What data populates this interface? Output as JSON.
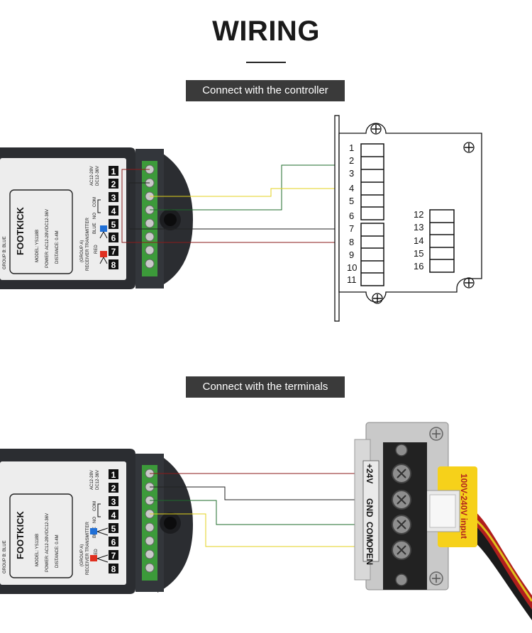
{
  "title": "WIRING",
  "section1": {
    "banner": "Connect with the controller"
  },
  "section2": {
    "banner": "Connect with the terminals"
  },
  "device": {
    "brand": "FOOTKICK",
    "model": "MODEL: YS118B",
    "power": "POWER: AC12-28V/DC12-36V",
    "distance": "DISTANCE: 0.4M",
    "group_a": "(GROUP A)",
    "rx_tx": "RECEIVER TRANSMITTER",
    "group_b": "GROUP B: BLUE",
    "ac": "AC12-28V",
    "dc": "DC12-36V",
    "com": "COM",
    "no": "NO",
    "blue": "BLUE",
    "red": "RED",
    "pins": [
      "1",
      "2",
      "3",
      "4",
      "5",
      "6",
      "7",
      "8"
    ]
  },
  "controller": {
    "left_pins": [
      "1",
      "2",
      "3",
      "4",
      "5",
      "6",
      "7",
      "8",
      "9",
      "10",
      "11"
    ],
    "right_pins": [
      "12",
      "13",
      "14",
      "15",
      "16"
    ]
  },
  "terminal_block": {
    "labels": [
      "+24V",
      "GND",
      "COM",
      "OPEN"
    ],
    "connector_label": "100V-240V input"
  },
  "wire_colors": {
    "red": "#8b1a1a",
    "green": "#1e6b2a",
    "yellow": "#e3d21c",
    "black": "#222222"
  }
}
